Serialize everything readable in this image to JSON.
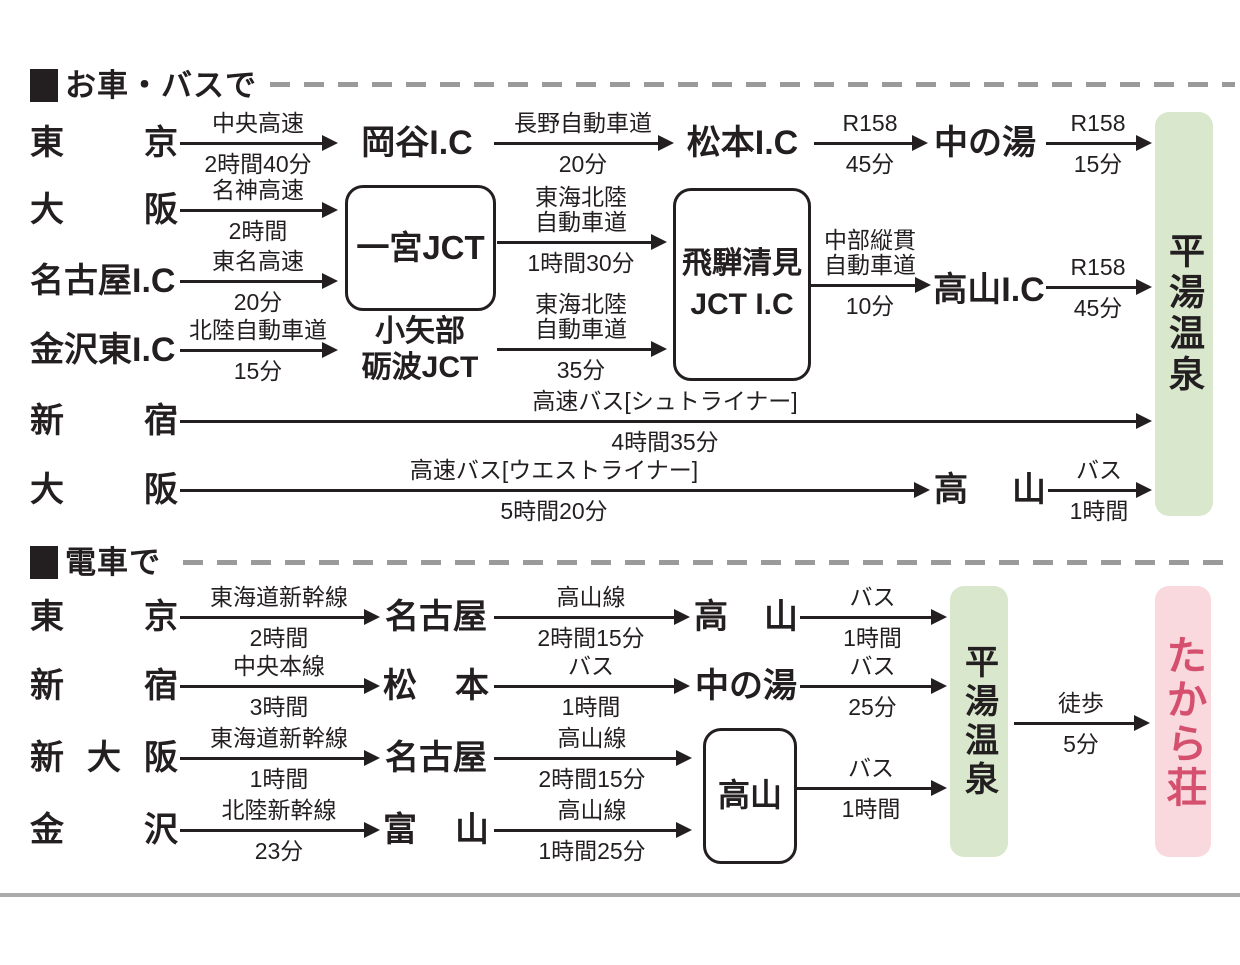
{
  "colors": {
    "ink": "#231f20",
    "green_box_bg": "#d9e8cd",
    "pink_box_bg": "#f9d8de",
    "pink_text": "#d5506e",
    "dash_gray": "#9a9a9a",
    "divider_gray": "#ababab"
  },
  "car": {
    "title": "お車・バスで",
    "origins": {
      "tokyo": "東京",
      "osaka": "大阪",
      "nagoya_ic": "名古屋I.C",
      "kanazawa_higashi_ic": "金沢東I.C",
      "shinjuku": "新宿",
      "osaka2": "大阪"
    },
    "nodes": {
      "okaya_ic": "岡谷I.C",
      "matsumoto_ic": "松本I.C",
      "nakanoyu": "中の湯",
      "takayama_ic": "高山I.C",
      "oyabe_tonami_jct": "小矢部\n砺波JCT",
      "takayama": "高山"
    },
    "boxes": {
      "ichinomiya_jct": "一宮JCT",
      "hida_kiyomi": "飛騨清見\nJCT I.C"
    },
    "segs": {
      "chuo": {
        "via": "中央高速",
        "time": "2時間40分"
      },
      "nagano": {
        "via": "長野自動車道",
        "time": "20分"
      },
      "r158_45a": {
        "via": "R158",
        "time": "45分"
      },
      "r158_15": {
        "via": "R158",
        "time": "15分"
      },
      "meishin": {
        "via": "名神高速",
        "time": "2時間"
      },
      "tomei": {
        "via": "東名高速",
        "time": "20分"
      },
      "hokuriku": {
        "via": "北陸自動車道",
        "time": "15分"
      },
      "tokai_hokuriku1": {
        "via": "東海北陸\n自動車道",
        "time": "1時間30分"
      },
      "tokai_hokuriku2": {
        "via": "東海北陸\n自動車道",
        "time": "35分"
      },
      "chubu_judan": {
        "via": "中部縦貫\n自動車道",
        "time": "10分"
      },
      "r158_45b": {
        "via": "R158",
        "time": "45分"
      },
      "shuttle_liner": {
        "via": "高速バス[シュトライナー]",
        "time": "4時間35分"
      },
      "west_liner": {
        "via": "高速バス[ウエストライナー]",
        "time": "5時間20分"
      },
      "bus_1h": {
        "via": "バス",
        "time": "1時間"
      }
    },
    "destination": "平湯温泉"
  },
  "train": {
    "title": "電車で",
    "origins": {
      "tokyo": "東京",
      "shinjuku": "新宿",
      "shin_osaka": "新大阪",
      "kanazawa": "金沢"
    },
    "nodes": {
      "nagoya1": "名古屋",
      "takayama": "高山",
      "matsumoto": "松本",
      "nakanoyu": "中の湯",
      "nagoya2": "名古屋",
      "toyama": "富山"
    },
    "box_takayama": "高山",
    "segs": {
      "tokaido_2h": {
        "via": "東海道新幹線",
        "time": "2時間"
      },
      "takayama_215a": {
        "via": "高山線",
        "time": "2時間15分"
      },
      "bus_1h_a": {
        "via": "バス",
        "time": "1時間"
      },
      "chuo_honsen": {
        "via": "中央本線",
        "time": "3時間"
      },
      "bus_1h_b": {
        "via": "バス",
        "time": "1時間"
      },
      "bus_25m": {
        "via": "バス",
        "time": "25分"
      },
      "tokaido_1h": {
        "via": "東海道新幹線",
        "time": "1時間"
      },
      "takayama_215b": {
        "via": "高山線",
        "time": "2時間15分"
      },
      "hokuriku_shinkansen": {
        "via": "北陸新幹線",
        "time": "23分"
      },
      "takayama_125": {
        "via": "高山線",
        "time": "1時間25分"
      },
      "bus_1h_c": {
        "via": "バス",
        "time": "1時間"
      },
      "walk": {
        "via": "徒歩",
        "time": "5分"
      }
    },
    "destination": "平湯温泉",
    "ryokan": "たから荘"
  }
}
